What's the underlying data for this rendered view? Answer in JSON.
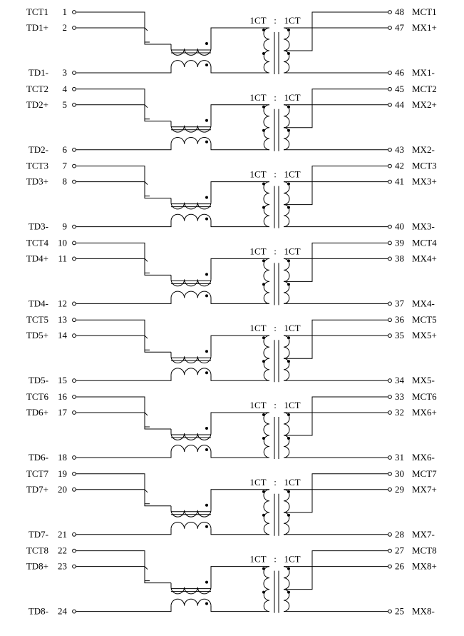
{
  "transformer_ratio": {
    "primary": "1CT",
    "separator": ":",
    "secondary": "1CT"
  },
  "channels": [
    {
      "left": [
        {
          "pin": "1",
          "name": "TCT1"
        },
        {
          "pin": "2",
          "name": "TD1+"
        },
        {
          "pin": "3",
          "name": "TD1-"
        }
      ],
      "right": [
        {
          "pin": "48",
          "name": "MCT1"
        },
        {
          "pin": "47",
          "name": "MX1+"
        },
        {
          "pin": "46",
          "name": "MX1-"
        }
      ]
    },
    {
      "left": [
        {
          "pin": "4",
          "name": "TCT2"
        },
        {
          "pin": "5",
          "name": "TD2+"
        },
        {
          "pin": "6",
          "name": "TD2-"
        }
      ],
      "right": [
        {
          "pin": "45",
          "name": "MCT2"
        },
        {
          "pin": "44",
          "name": "MX2+"
        },
        {
          "pin": "43",
          "name": "MX2-"
        }
      ]
    },
    {
      "left": [
        {
          "pin": "7",
          "name": "TCT3"
        },
        {
          "pin": "8",
          "name": "TD3+"
        },
        {
          "pin": "9",
          "name": "TD3-"
        }
      ],
      "right": [
        {
          "pin": "42",
          "name": "MCT3"
        },
        {
          "pin": "41",
          "name": "MX3+"
        },
        {
          "pin": "40",
          "name": "MX3-"
        }
      ]
    },
    {
      "left": [
        {
          "pin": "10",
          "name": "TCT4"
        },
        {
          "pin": "11",
          "name": "TD4+"
        },
        {
          "pin": "12",
          "name": "TD4-"
        }
      ],
      "right": [
        {
          "pin": "39",
          "name": "MCT4"
        },
        {
          "pin": "38",
          "name": "MX4+"
        },
        {
          "pin": "37",
          "name": "MX4-"
        }
      ]
    },
    {
      "left": [
        {
          "pin": "13",
          "name": "TCT5"
        },
        {
          "pin": "14",
          "name": "TD5+"
        },
        {
          "pin": "15",
          "name": "TD5-"
        }
      ],
      "right": [
        {
          "pin": "36",
          "name": "MCT5"
        },
        {
          "pin": "35",
          "name": "MX5+"
        },
        {
          "pin": "34",
          "name": "MX5-"
        }
      ]
    },
    {
      "left": [
        {
          "pin": "16",
          "name": "TCT6"
        },
        {
          "pin": "17",
          "name": "TD6+"
        },
        {
          "pin": "18",
          "name": "TD6-"
        }
      ],
      "right": [
        {
          "pin": "33",
          "name": "MCT6"
        },
        {
          "pin": "32",
          "name": "MX6+"
        },
        {
          "pin": "31",
          "name": "MX6-"
        }
      ]
    },
    {
      "left": [
        {
          "pin": "19",
          "name": "TCT7"
        },
        {
          "pin": "20",
          "name": "TD7+"
        },
        {
          "pin": "21",
          "name": "TD7-"
        }
      ],
      "right": [
        {
          "pin": "30",
          "name": "MCT7"
        },
        {
          "pin": "29",
          "name": "MX7+"
        },
        {
          "pin": "28",
          "name": "MX7-"
        }
      ]
    },
    {
      "left": [
        {
          "pin": "22",
          "name": "TCT8"
        },
        {
          "pin": "23",
          "name": "TD8+"
        },
        {
          "pin": "24",
          "name": "TD8-"
        }
      ],
      "right": [
        {
          "pin": "27",
          "name": "MCT8"
        },
        {
          "pin": "26",
          "name": "MX8+"
        },
        {
          "pin": "25",
          "name": "MX8-"
        }
      ]
    }
  ]
}
